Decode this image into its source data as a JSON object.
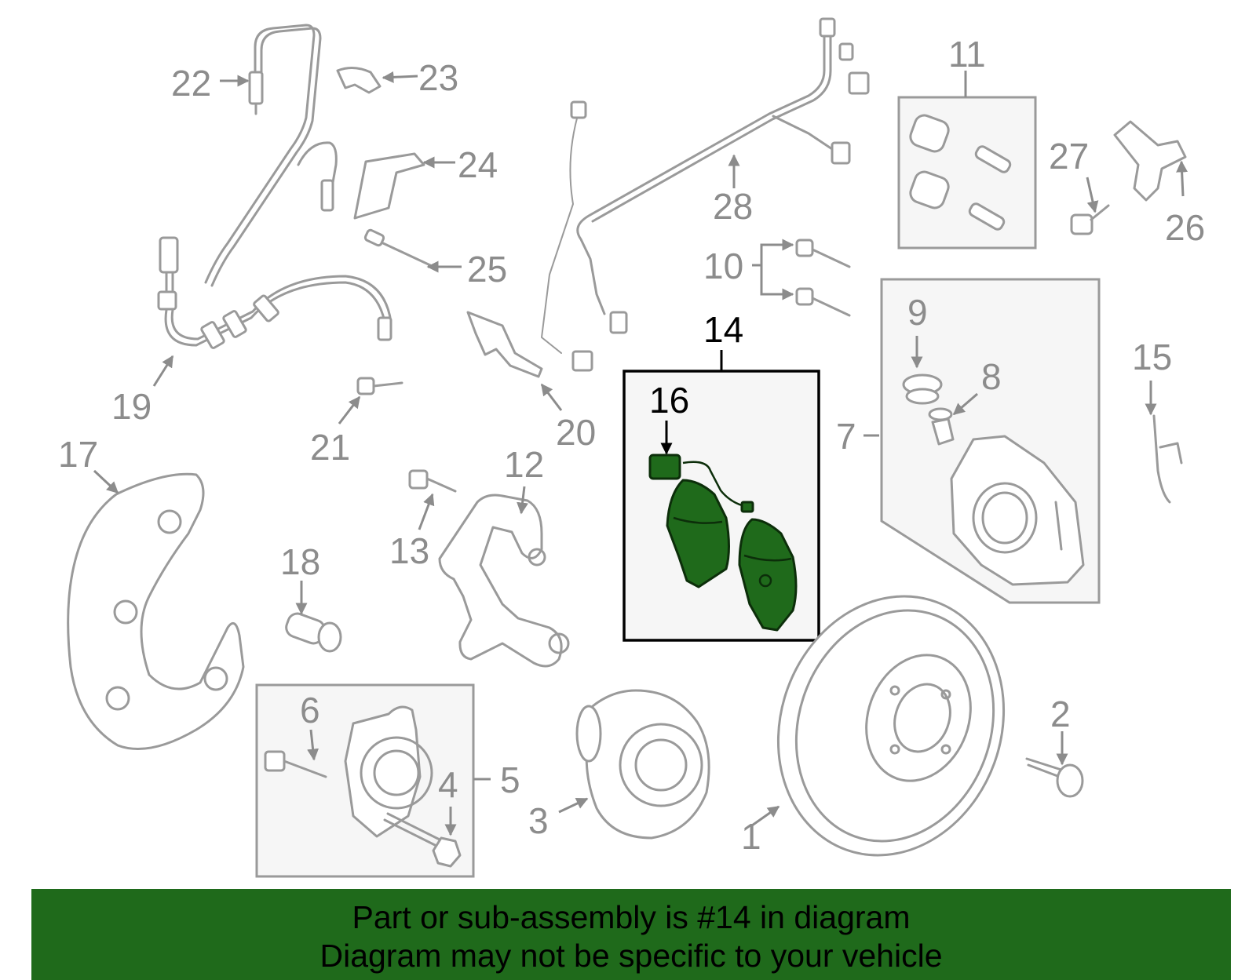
{
  "diagram": {
    "highlighted_part": "14",
    "highlight_color": "#1f6a1b",
    "part_color": "#9a9a9a",
    "callouts": [
      "1",
      "2",
      "3",
      "4",
      "5",
      "6",
      "7",
      "8",
      "9",
      "10",
      "11",
      "12",
      "13",
      "14",
      "15",
      "16",
      "17",
      "18",
      "19",
      "20",
      "21",
      "22",
      "23",
      "24",
      "25",
      "26",
      "27",
      "28"
    ]
  },
  "banner": {
    "line1": "Part or sub-assembly is #14 in diagram",
    "line2": "Diagram may not be specific to your vehicle"
  }
}
